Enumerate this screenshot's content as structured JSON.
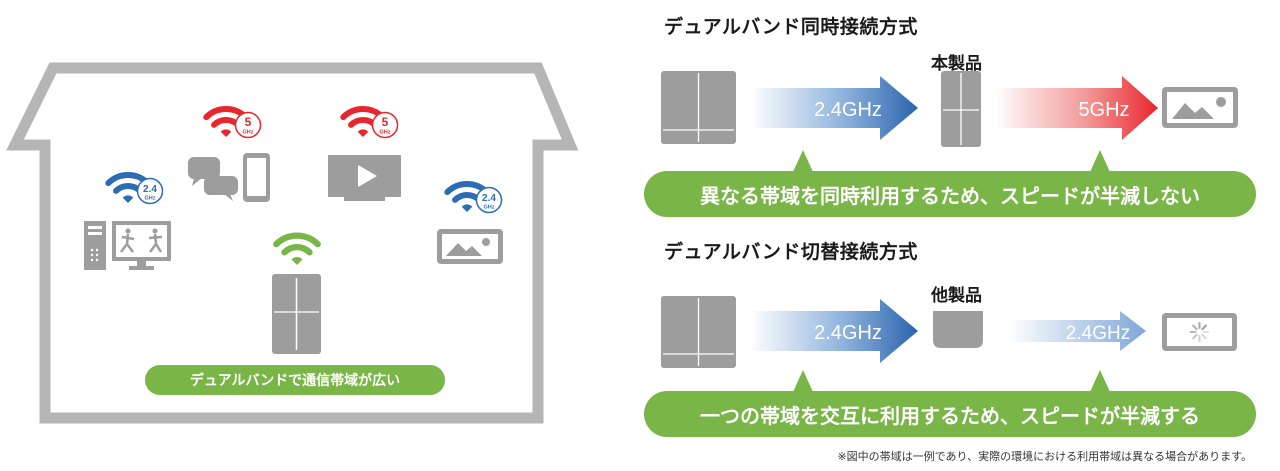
{
  "home": {
    "caption": "デュアルバンドで通信帯域が広い",
    "badges": {
      "phone": {
        "num": "5",
        "unit": "GHz"
      },
      "tv": {
        "num": "5",
        "unit": "GHz"
      },
      "pc": {
        "num": "2.4",
        "unit": "GHz"
      },
      "tablet": {
        "num": "2.4",
        "unit": "GHz"
      }
    }
  },
  "simultaneous": {
    "title": "デュアルバンド同時接続方式",
    "device_label": "本製品",
    "arrow1": "2.4GHz",
    "arrow2": "5GHz",
    "caption": "異なる帯域を同時利用するため、スピードが半減しない"
  },
  "switching": {
    "title": "デュアルバンド切替接続方式",
    "device_label": "他製品",
    "arrow1": "2.4GHz",
    "arrow2": "2.4GHz",
    "caption": "一つの帯域を交互に利用するため、スピードが半減する"
  },
  "footnote": "※図中の帯域は一例であり、実際の環境における利用帯域は異なる場合があります。",
  "colors": {
    "red": "#e8262d",
    "blue": "#2b6cb5",
    "green": "#7ab547",
    "gray": "#9d9d9d",
    "house": "#b5b5b5"
  }
}
